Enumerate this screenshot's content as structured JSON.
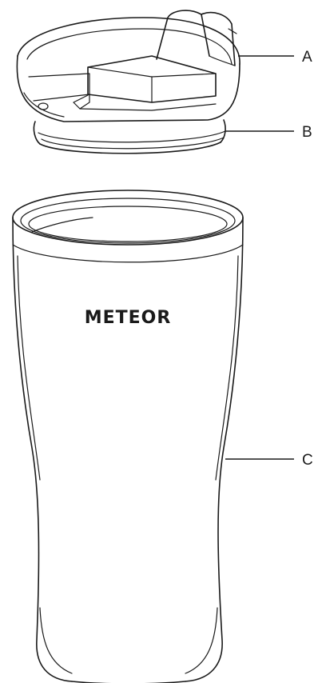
{
  "diagram": {
    "brand_logo_text": "METEOR",
    "parts": [
      {
        "label": "A"
      },
      {
        "label": "B"
      },
      {
        "label": "C"
      }
    ]
  }
}
